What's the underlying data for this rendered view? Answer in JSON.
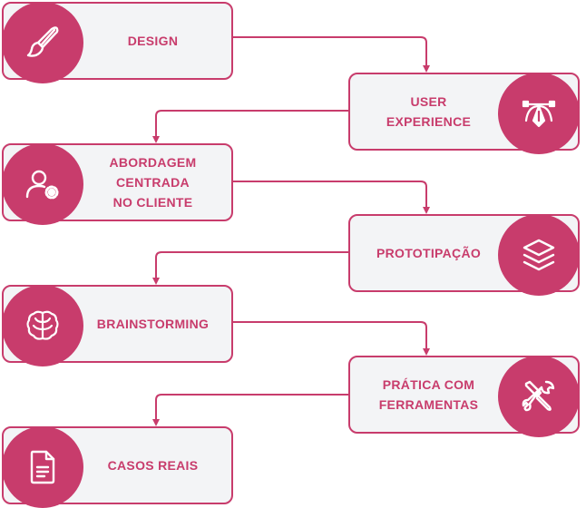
{
  "colors": {
    "accent": "#c83c6c",
    "box_fill": "#f3f4f6",
    "icon_stroke": "#ffffff"
  },
  "steps": [
    {
      "label": "DESIGN",
      "icon": "paintbrush-icon"
    },
    {
      "label": "USER\nEXPERIENCE",
      "icon": "vector-pen-icon"
    },
    {
      "label": "ABORDAGEM\nCENTRADA\nNO CLIENTE",
      "icon": "user-gear-icon"
    },
    {
      "label": "PROTOTIPAÇÃO",
      "icon": "layers-icon"
    },
    {
      "label": "BRAINSTORMING",
      "icon": "brain-icon"
    },
    {
      "label": "PRÁTICA COM\nFERRAMENTAS",
      "icon": "tools-icon"
    },
    {
      "label": "CASOS REAIS",
      "icon": "document-icon"
    }
  ]
}
